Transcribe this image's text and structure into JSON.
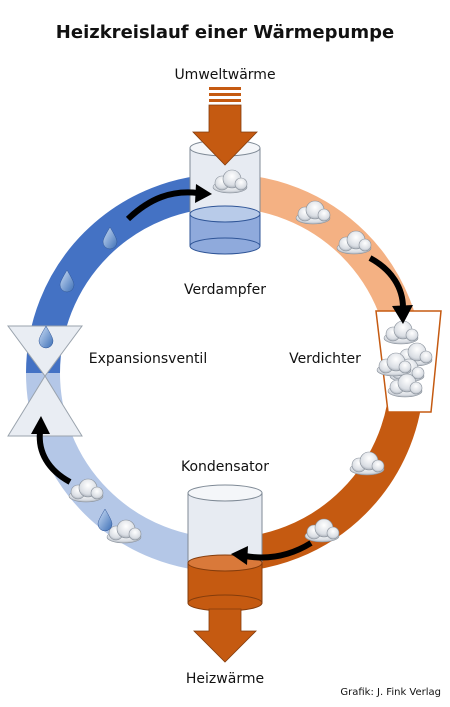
{
  "title": "Heizkreislauf einer Wärmepumpe",
  "labels": {
    "ambient_heat": "Umweltwärme",
    "evaporator": "Verdampfer",
    "compressor": "Verdichter",
    "expansion_valve": "Expansionsventil",
    "condenser": "Kondensator",
    "heating_heat": "Heizwärme"
  },
  "credit": "Grafik: J. Fink Verlag",
  "colors": {
    "ring_dark_blue": "#4472C4",
    "ring_light_blue": "#B4C7E7",
    "ring_peach": "#F4B183",
    "ring_orange": "#C55A11",
    "tank_glass": "#E7EBF2",
    "tank_water": "#8FAADC",
    "arrow_orange": "#C55A11"
  },
  "icons": [
    "cloud-icon",
    "droplet-icon",
    "flow-arrow-icon",
    "heat-arrow-icon"
  ]
}
